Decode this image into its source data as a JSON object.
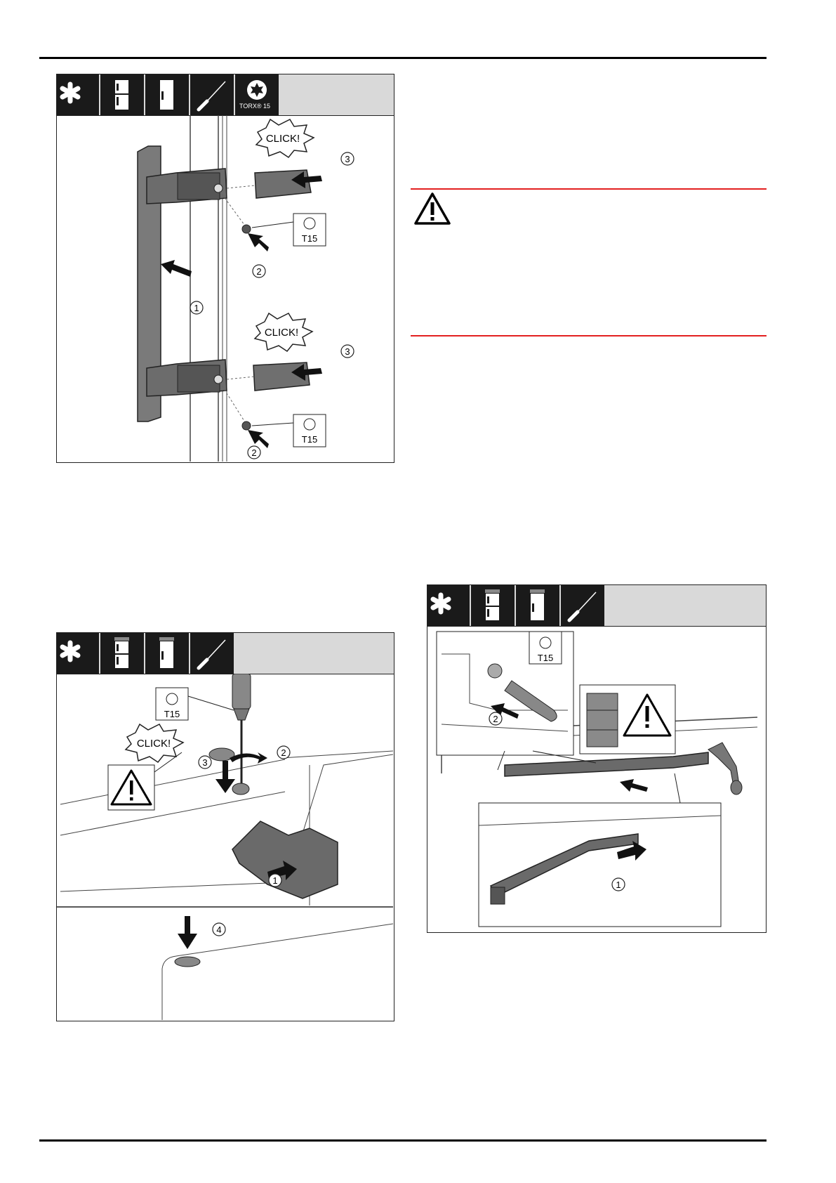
{
  "callouts": {
    "click": "CLICK!",
    "torx": "T15",
    "torx_badge": "TORX® 15",
    "step1": "1",
    "step2": "2",
    "step3": "3",
    "step4": "4"
  },
  "colors": {
    "rule": "#000000",
    "warning_rule": "#e32020",
    "header_dark": "#1a1a1a",
    "header_light": "#d9d9d9",
    "part_fill": "#777777"
  },
  "icons": [
    "asterisk-icon",
    "fridge-freezer-icon",
    "fridge-icon",
    "screwdriver-icon",
    "torx-icon",
    "warning-icon",
    "click-burst-icon",
    "arrow-icon"
  ]
}
